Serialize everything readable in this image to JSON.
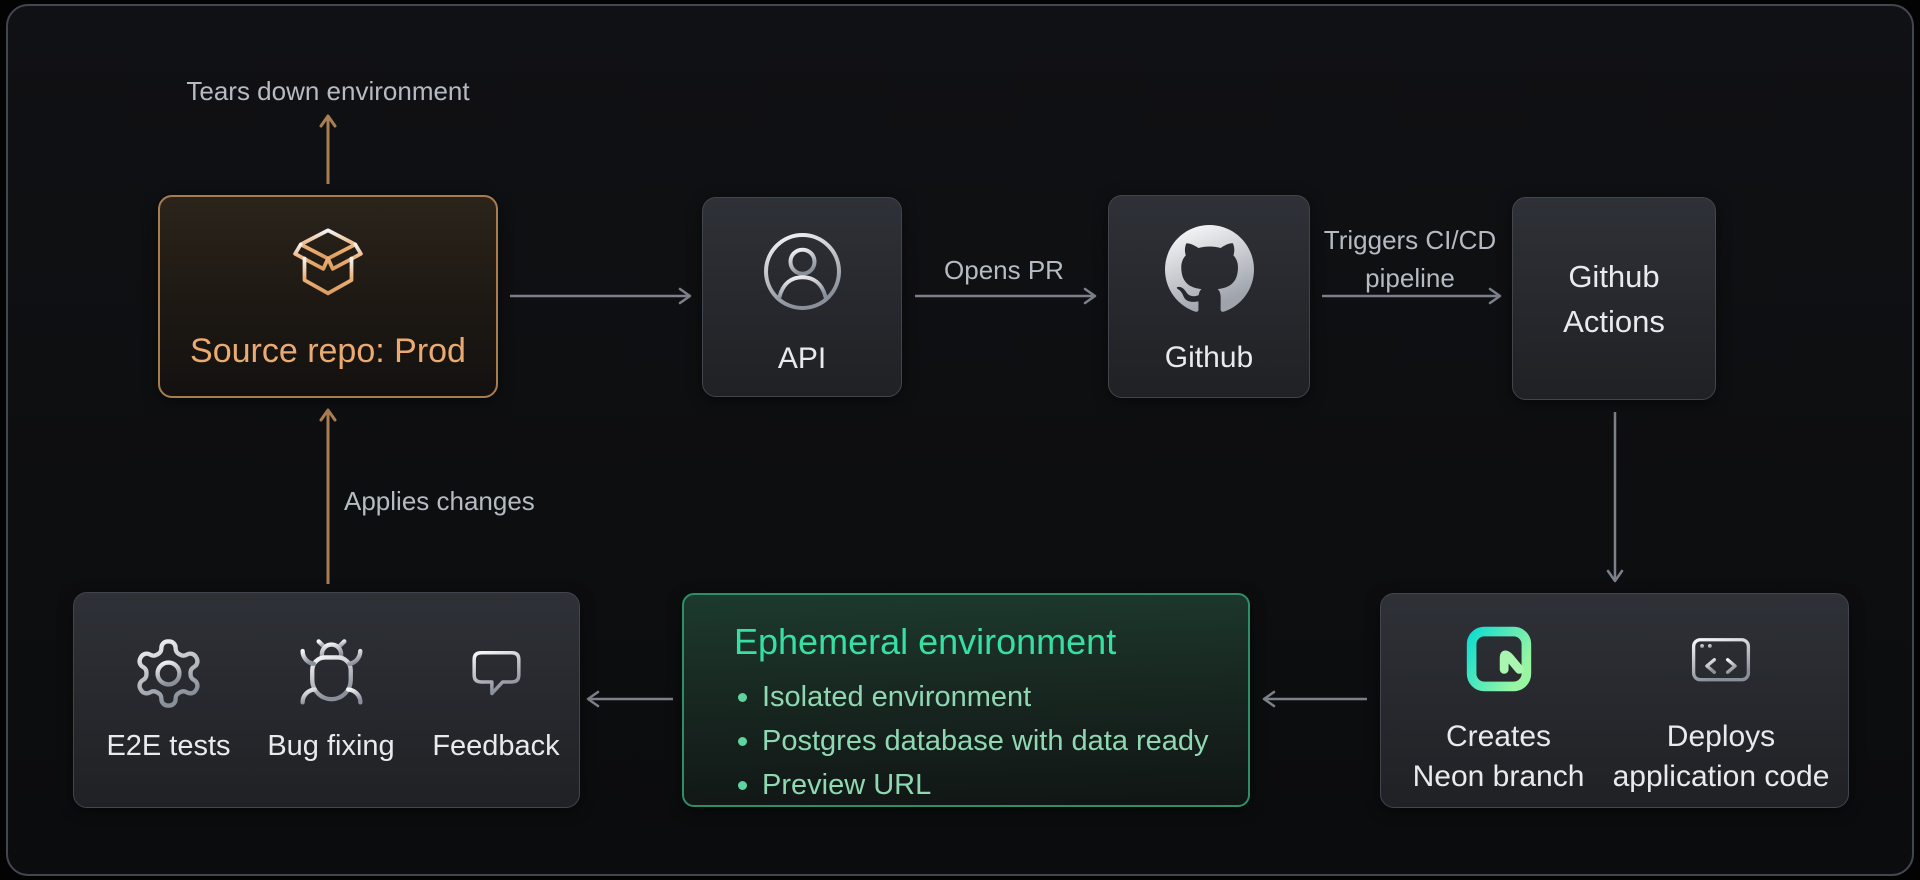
{
  "diagram": {
    "flow_labels": {
      "tears_down": "Tears down environment",
      "applies_changes": "Applies changes",
      "opens_pr": "Opens PR",
      "triggers_pipeline_lines": [
        "Triggers CI/CD",
        "pipeline"
      ]
    },
    "nodes": {
      "source_repo": {
        "label": "Source repo: Prod",
        "icon": "package-icon"
      },
      "api": {
        "label": "API",
        "icon": "user-icon"
      },
      "github": {
        "label": "Github",
        "icon": "github-logo-icon"
      },
      "github_actions": {
        "lines": [
          "Github",
          "Actions"
        ]
      },
      "pipeline_outputs": {
        "neon": {
          "lines": [
            "Creates",
            "Neon branch"
          ],
          "icon": "neon-logo-icon"
        },
        "deploy": {
          "lines": [
            "Deploys",
            "application code"
          ],
          "icon": "browser-code-icon"
        }
      },
      "ephemeral": {
        "title": "Ephemeral environment",
        "bullets": [
          "Isolated environment",
          "Postgres database with data ready",
          "Preview URL"
        ]
      },
      "validation": {
        "e2e": {
          "label": "E2E tests",
          "icon": "gear-icon"
        },
        "bug": {
          "label": "Bug fixing",
          "icon": "bug-icon"
        },
        "feedback": {
          "label": "Feedback",
          "icon": "chat-bubble-icon"
        }
      }
    },
    "colors": {
      "amber_arrow": "#a87e52",
      "amber_text": "#eaaa70",
      "amber_border": "#a87c50",
      "green_border": "#2e8f67",
      "green_title": "#36e0a1",
      "green_text": "#8fd8b2",
      "gray_arrow": "#7b808a",
      "gray_label": "#b5bbc3",
      "white_label": "#e8eaee"
    }
  }
}
